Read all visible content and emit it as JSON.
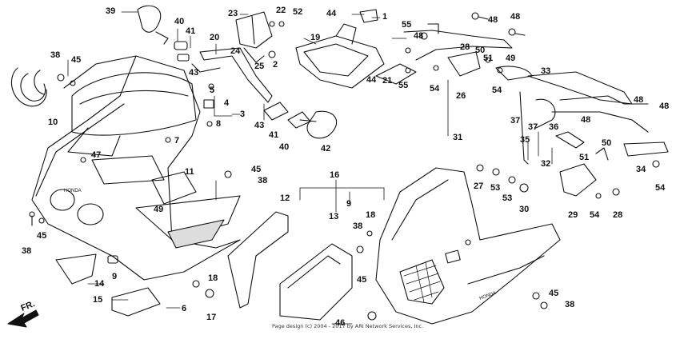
{
  "diagram": {
    "direction_label": "FR.",
    "footer_text": "Page design (c) 2004 - 2017 by ARI Network Services, Inc.",
    "callouts": [
      {
        "id": "c39a",
        "text": "39"
      },
      {
        "id": "c40a",
        "text": "40"
      },
      {
        "id": "c41a",
        "text": "41"
      },
      {
        "id": "c23",
        "text": "23"
      },
      {
        "id": "c22",
        "text": "22"
      },
      {
        "id": "c52",
        "text": "52"
      },
      {
        "id": "c44a",
        "text": "44"
      },
      {
        "id": "c1",
        "text": "1"
      },
      {
        "id": "c48a",
        "text": "48"
      },
      {
        "id": "c48b",
        "text": "48"
      },
      {
        "id": "c20",
        "text": "20"
      },
      {
        "id": "c19",
        "text": "19"
      },
      {
        "id": "c55a",
        "text": "55"
      },
      {
        "id": "c48c",
        "text": "48"
      },
      {
        "id": "c38a",
        "text": "38"
      },
      {
        "id": "c45a",
        "text": "45"
      },
      {
        "id": "c24",
        "text": "24"
      },
      {
        "id": "c25",
        "text": "25"
      },
      {
        "id": "c2",
        "text": "2"
      },
      {
        "id": "c28a",
        "text": "28"
      },
      {
        "id": "c50a",
        "text": "50"
      },
      {
        "id": "c51a",
        "text": "51"
      },
      {
        "id": "c49a",
        "text": "49"
      },
      {
        "id": "c43a",
        "text": "43"
      },
      {
        "id": "c44b",
        "text": "44"
      },
      {
        "id": "c21",
        "text": "21"
      },
      {
        "id": "c55b",
        "text": "55"
      },
      {
        "id": "c33",
        "text": "33"
      },
      {
        "id": "c5",
        "text": "5"
      },
      {
        "id": "c4",
        "text": "4"
      },
      {
        "id": "c54a",
        "text": "54"
      },
      {
        "id": "c26",
        "text": "26"
      },
      {
        "id": "c54b",
        "text": "54"
      },
      {
        "id": "c3",
        "text": "3"
      },
      {
        "id": "c43b",
        "text": "43"
      },
      {
        "id": "c10",
        "text": "10"
      },
      {
        "id": "c8",
        "text": "8"
      },
      {
        "id": "c41b",
        "text": "41"
      },
      {
        "id": "c40b",
        "text": "40"
      },
      {
        "id": "c42",
        "text": "42"
      },
      {
        "id": "c48d",
        "text": "48"
      },
      {
        "id": "c48e",
        "text": "48"
      },
      {
        "id": "c37a",
        "text": "37"
      },
      {
        "id": "c37b",
        "text": "37"
      },
      {
        "id": "c36",
        "text": "36"
      },
      {
        "id": "c48f",
        "text": "48"
      },
      {
        "id": "c7",
        "text": "7"
      },
      {
        "id": "c31",
        "text": "31"
      },
      {
        "id": "c47",
        "text": "47"
      },
      {
        "id": "c35",
        "text": "35"
      },
      {
        "id": "c51b",
        "text": "51"
      },
      {
        "id": "c50b",
        "text": "50"
      },
      {
        "id": "c32",
        "text": "32"
      },
      {
        "id": "c34",
        "text": "34"
      },
      {
        "id": "c11",
        "text": "11"
      },
      {
        "id": "c45b",
        "text": "45"
      },
      {
        "id": "c38b",
        "text": "38"
      },
      {
        "id": "c16",
        "text": "16"
      },
      {
        "id": "c27",
        "text": "27"
      },
      {
        "id": "c53a",
        "text": "53"
      },
      {
        "id": "c12",
        "text": "12"
      },
      {
        "id": "c9a",
        "text": "9"
      },
      {
        "id": "c53b",
        "text": "53"
      },
      {
        "id": "c54c",
        "text": "54"
      },
      {
        "id": "c49b",
        "text": "49"
      },
      {
        "id": "c18a",
        "text": "18"
      },
      {
        "id": "c29",
        "text": "29"
      },
      {
        "id": "c54d",
        "text": "54"
      },
      {
        "id": "c28b",
        "text": "28"
      },
      {
        "id": "c30",
        "text": "30"
      },
      {
        "id": "c13",
        "text": "13"
      },
      {
        "id": "c38c",
        "text": "38"
      },
      {
        "id": "c45c",
        "text": "45"
      },
      {
        "id": "c38d",
        "text": "38"
      },
      {
        "id": "c9b",
        "text": "9"
      },
      {
        "id": "c14",
        "text": "14"
      },
      {
        "id": "c45d",
        "text": "45"
      },
      {
        "id": "c18b",
        "text": "18"
      },
      {
        "id": "c15",
        "text": "15"
      },
      {
        "id": "c6",
        "text": "6"
      },
      {
        "id": "c17",
        "text": "17"
      },
      {
        "id": "c45e",
        "text": "45"
      },
      {
        "id": "c38e",
        "text": "38"
      },
      {
        "id": "c46",
        "text": "46"
      }
    ]
  }
}
